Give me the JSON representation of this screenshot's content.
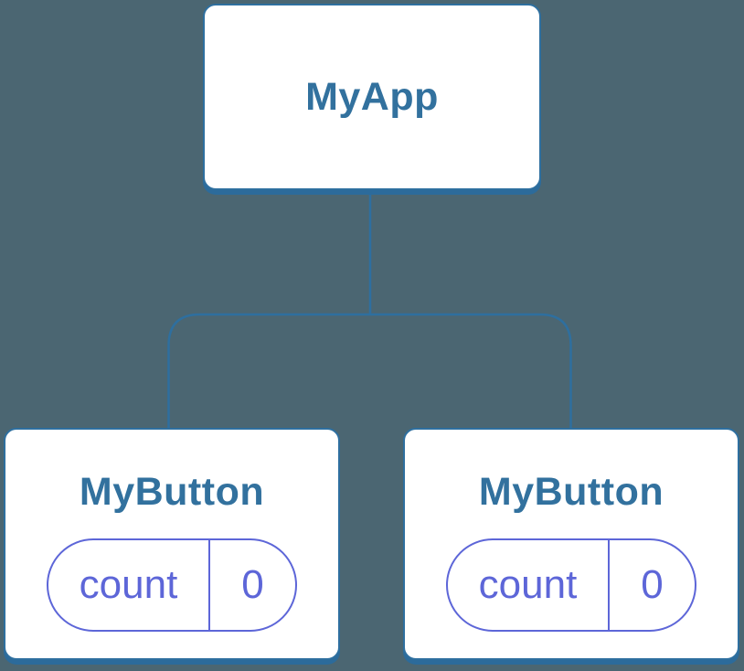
{
  "diagram": {
    "background_color": "#4b6672",
    "node_fill_color": "#ffffff",
    "node_accent_color": "#2e6f9f",
    "state_accent_color": "#5d66d8",
    "root": {
      "label": "MyApp"
    },
    "children": [
      {
        "label": "MyButton",
        "state": {
          "key": "count",
          "value": "0"
        }
      },
      {
        "label": "MyButton",
        "state": {
          "key": "count",
          "value": "0"
        }
      }
    ]
  }
}
